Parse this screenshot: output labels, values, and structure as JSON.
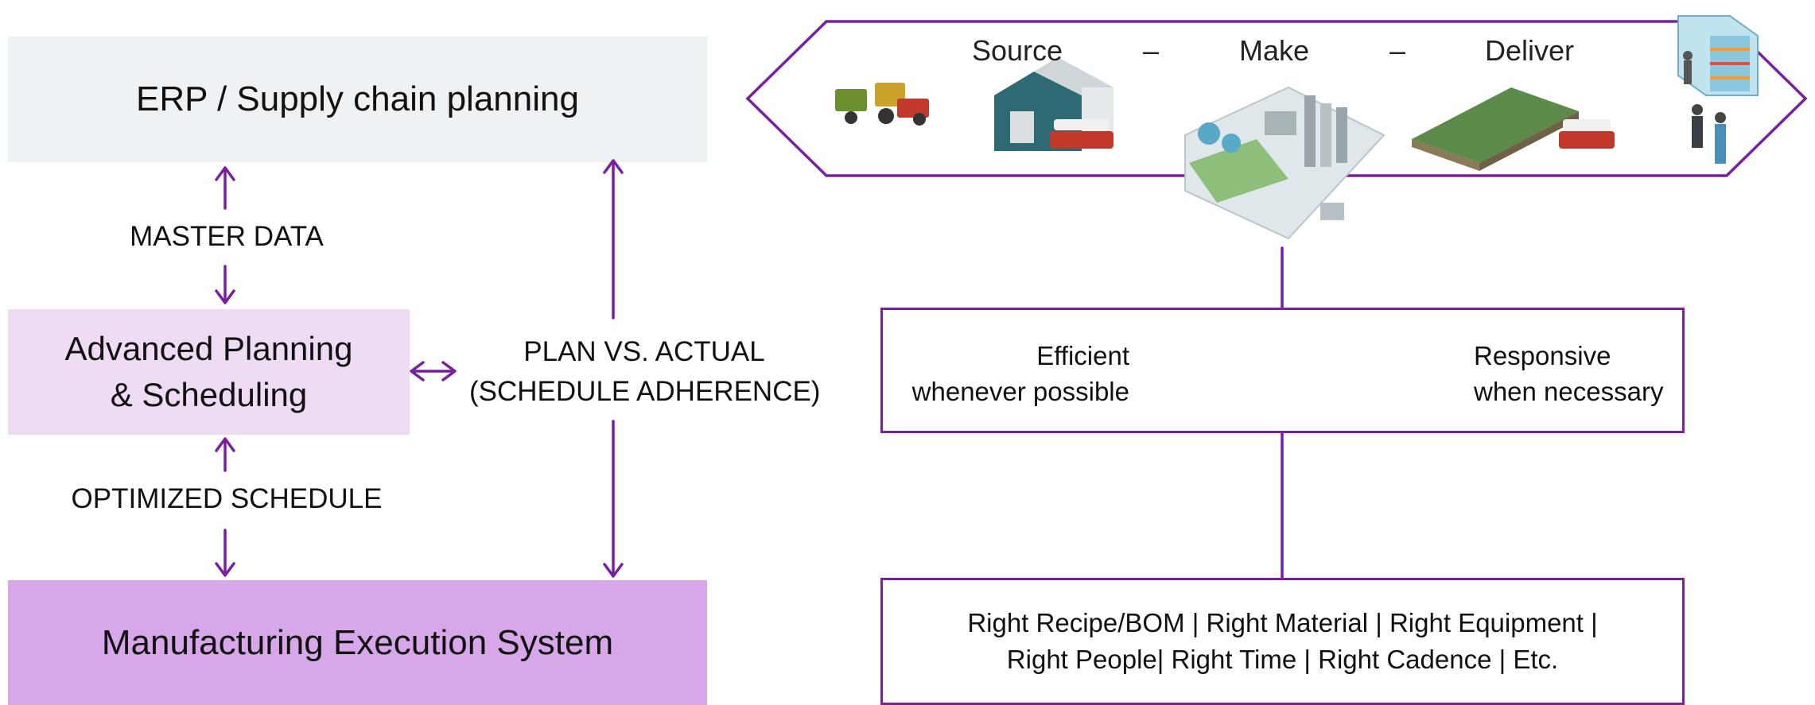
{
  "left_stack": {
    "erp_label": "ERP / Supply chain planning",
    "aps_line1": "Advanced Planning",
    "aps_line2": "& Scheduling",
    "mes_label": "Manufacturing Execution System",
    "master_data_label": "MASTER DATA",
    "optimized_schedule_label": "OPTIMIZED SCHEDULE",
    "plan_vs_actual_line1": "PLAN VS. ACTUAL",
    "plan_vs_actual_line2": "(SCHEDULE ADHERENCE)"
  },
  "supply_chain": {
    "source_label": "Source",
    "make_label": "Make",
    "deliver_label": "Deliver",
    "dash": "–"
  },
  "balance": {
    "left_line1": "Efficient",
    "left_line2": "whenever possible",
    "right_line1": "Responsive",
    "right_line2": "when necessary"
  },
  "rights": {
    "line1": "Right Recipe/BOM | Right Material | Right Equipment |",
    "line2": "Right People| Right Time | Right Cadence | Etc."
  },
  "colors": {
    "accent": "#7b1fa2",
    "erp_fill": "#eef2f5",
    "aps_fill": "#eedcf4",
    "mes_fill": "#d7a7ea"
  }
}
